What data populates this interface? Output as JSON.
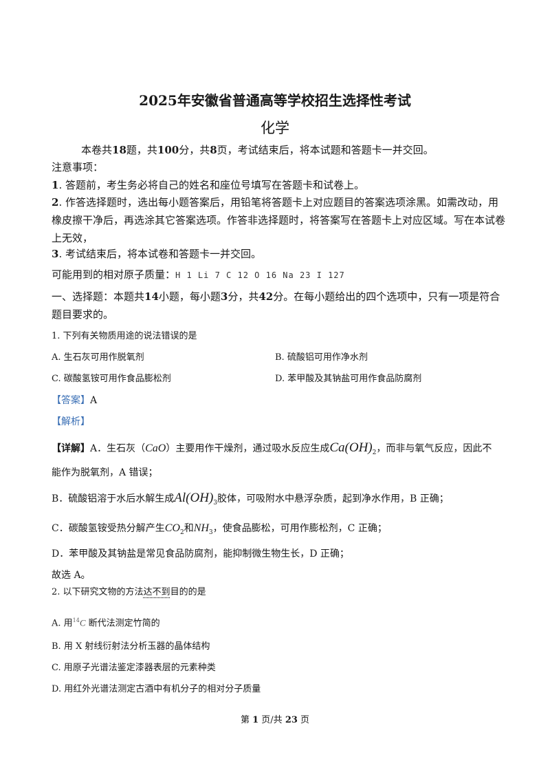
{
  "header": {
    "title": "2025年安徽省普通高等学校招生选择性考试",
    "subject": "化学"
  },
  "intro": {
    "p1_a": "本卷共",
    "p1_q": "18",
    "p1_b": "题，共",
    "p1_score": "100",
    "p1_c": "分，共",
    "p1_pages": "8",
    "p1_d": "页，考试结束后，将本试题和答题卡一并交回。",
    "notes_title": "注意事项：",
    "note1_num": "1",
    "note1_text": ". 答题前，考生务必将自己的姓名和座位号填写在答题卡和试卷上。",
    "note2_num": "2",
    "note2_text": ". 作答选择题时，选出每小题答案后，用铅笔将答题卡上对应题目的答案选项涂黑。如需改动，用橡皮擦干净后，再选涂其它答案选项。作答非选择题时，将答案写在答题卡上对应区域。写在本试卷上无效，",
    "note3_num": "3",
    "note3_text": ". 考试结束后，将本试卷和答题卡一并交回。",
    "masses_label": "可能用到的相对原子质量：",
    "masses_value": "H 1 Li 7 C 12 O 16 Na 23 I 127"
  },
  "section1": {
    "a": "一、选择题：本题共",
    "n": "14",
    "b": "小题，每小题",
    "each": "3",
    "c": "分，共",
    "total": "42",
    "d": "分。在每小题给出的四个选项中，只有一项是符合题目要求的。"
  },
  "q1": {
    "stem": "1. 下列有关物质用途的说法错误的是",
    "optA": "A. 生石灰可用作脱氧剂",
    "optB": "B. 硫酸铝可用作净水剂",
    "optC": "C. 碳酸氢铵可用作食品膨松剂",
    "optD": "D. 苯甲酸及其钠盐可用作食品防腐剂",
    "answer_label": "【答案】",
    "answer": "A",
    "analysis_label": "【解析】",
    "detail_label": "【详解】",
    "d1_a": "A．生石灰（",
    "d1_f1": "CaO",
    "d1_b": "）主要用作干燥剂，通过吸水反应生成",
    "d1_f2": "Ca(OH)",
    "d1_f2_sub": "2",
    "d1_c": "，而非与氧气反应，因此不",
    "d1_d": "能作为脱氧剂，A 错误；",
    "d2_a": "B．硫酸铝溶于水后水解生成",
    "d2_f": "Al(OH)",
    "d2_f_sub": "3",
    "d2_b": "胶体，可吸附水中悬浮杂质，起到净水作用，B 正确；",
    "d3_a": "C．碳酸氢铵受热分解产生",
    "d3_f1": "CO",
    "d3_f1_sub": "2",
    "d3_b": "和",
    "d3_f2": "NH",
    "d3_f2_sub": "3",
    "d3_c": "，使食品膨松，可用作膨松剂，C 正确；",
    "d4": "D．苯甲酸及其钠盐是常见食品防腐剂，能抑制微生物生长，D 正确；",
    "conclusion": "故选 A。"
  },
  "q2": {
    "stem_a": "2. 以下研究文物的方法",
    "stem_emph": "达不到",
    "stem_b": "目的的是",
    "optA_a": "A. 用",
    "optA_sup": "14",
    "optA_c": "C",
    "optA_b": " 断代法测定竹简的",
    "optB": "B. 用 X 射线衍射法分析玉器的晶体结构",
    "optC": "C. 用原子光谱法鉴定漆器表层的元素种类",
    "optD": "D. 用红外光谱法测定古酒中有机分子的相对分子质量"
  },
  "footer": {
    "a": "第",
    "page": "1",
    "b": "页/共",
    "total": "23",
    "c": "页"
  }
}
